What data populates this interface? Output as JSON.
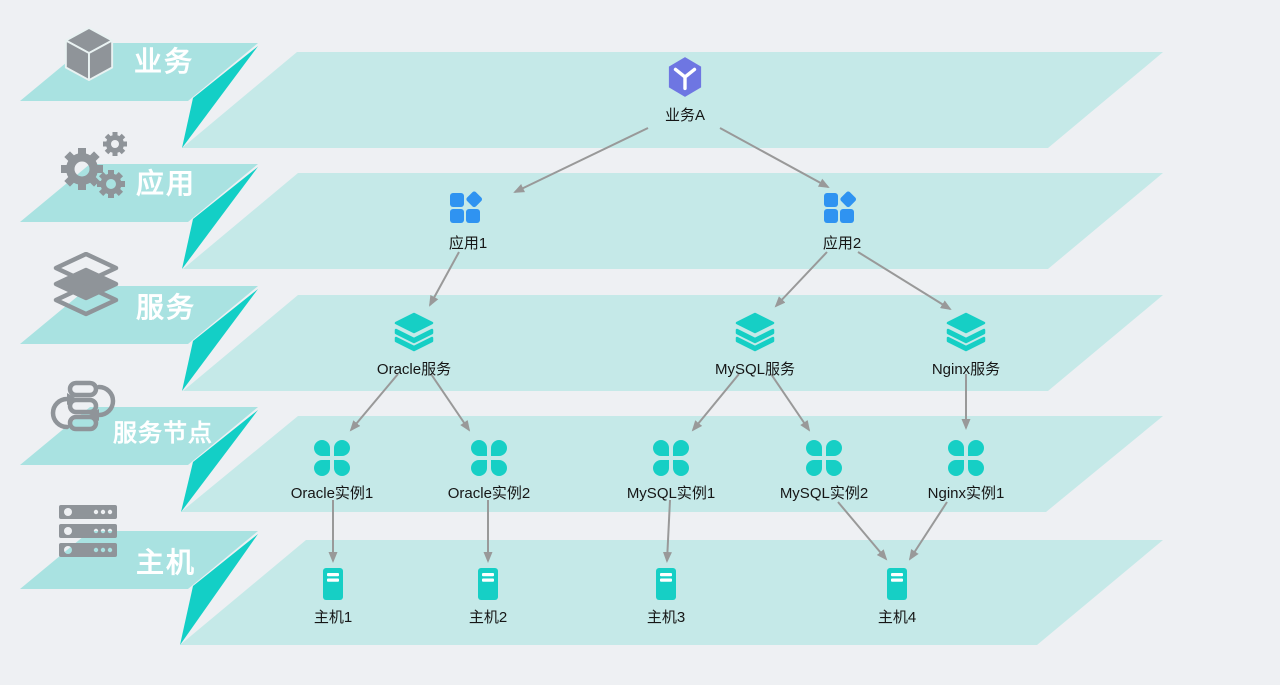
{
  "diagram_title": "",
  "colors": {
    "background": "#eef0f3",
    "band": "#c5e9e8",
    "ribbon_face": "#a9e2e1",
    "ribbon_fold": "#13cfc6",
    "arrow": "#999999",
    "ribbon_text": "#ffffff",
    "node_text": "#161616",
    "gray_icon": "#8f9499",
    "teal_icon": "#16cfc5",
    "blue_icon": "#2f93f1",
    "purple_icon": "#6e76e2"
  },
  "layers": [
    {
      "id": "business",
      "label": "业务",
      "icon": "cube-icon"
    },
    {
      "id": "application",
      "label": "应用",
      "icon": "gears-icon"
    },
    {
      "id": "service",
      "label": "服务",
      "icon": "layers-icon"
    },
    {
      "id": "service-node",
      "label": "服务节点",
      "icon": "workflow-icon"
    },
    {
      "id": "host",
      "label": "主机",
      "icon": "server-rack-icon"
    }
  ],
  "nodes": {
    "business": [
      {
        "label": "业务A"
      }
    ],
    "apps": [
      {
        "label": "应用1"
      },
      {
        "label": "应用2"
      }
    ],
    "services": [
      {
        "label": "Oracle服务"
      },
      {
        "label": "MySQL服务"
      },
      {
        "label": "Nginx服务"
      }
    ],
    "instances": [
      {
        "label": "Oracle实例1"
      },
      {
        "label": "Oracle实例2"
      },
      {
        "label": "MySQL实例1"
      },
      {
        "label": "MySQL实例2"
      },
      {
        "label": "Nginx实例1"
      }
    ],
    "hosts": [
      {
        "label": "主机1"
      },
      {
        "label": "主机2"
      },
      {
        "label": "主机3"
      },
      {
        "label": "主机4"
      }
    ]
  },
  "edges": [
    {
      "from": "业务A",
      "to": "应用1"
    },
    {
      "from": "业务A",
      "to": "应用2"
    },
    {
      "from": "应用1",
      "to": "Oracle服务"
    },
    {
      "from": "应用2",
      "to": "MySQL服务"
    },
    {
      "from": "应用2",
      "to": "Nginx服务"
    },
    {
      "from": "Oracle服务",
      "to": "Oracle实例1"
    },
    {
      "from": "Oracle服务",
      "to": "Oracle实例2"
    },
    {
      "from": "MySQL服务",
      "to": "MySQL实例1"
    },
    {
      "from": "MySQL服务",
      "to": "MySQL实例2"
    },
    {
      "from": "Nginx服务",
      "to": "Nginx实例1"
    },
    {
      "from": "Oracle实例1",
      "to": "主机1"
    },
    {
      "from": "Oracle实例2",
      "to": "主机2"
    },
    {
      "from": "MySQL实例1",
      "to": "主机3"
    },
    {
      "from": "MySQL实例2",
      "to": "主机4"
    },
    {
      "from": "Nginx实例1",
      "to": "主机4"
    }
  ]
}
